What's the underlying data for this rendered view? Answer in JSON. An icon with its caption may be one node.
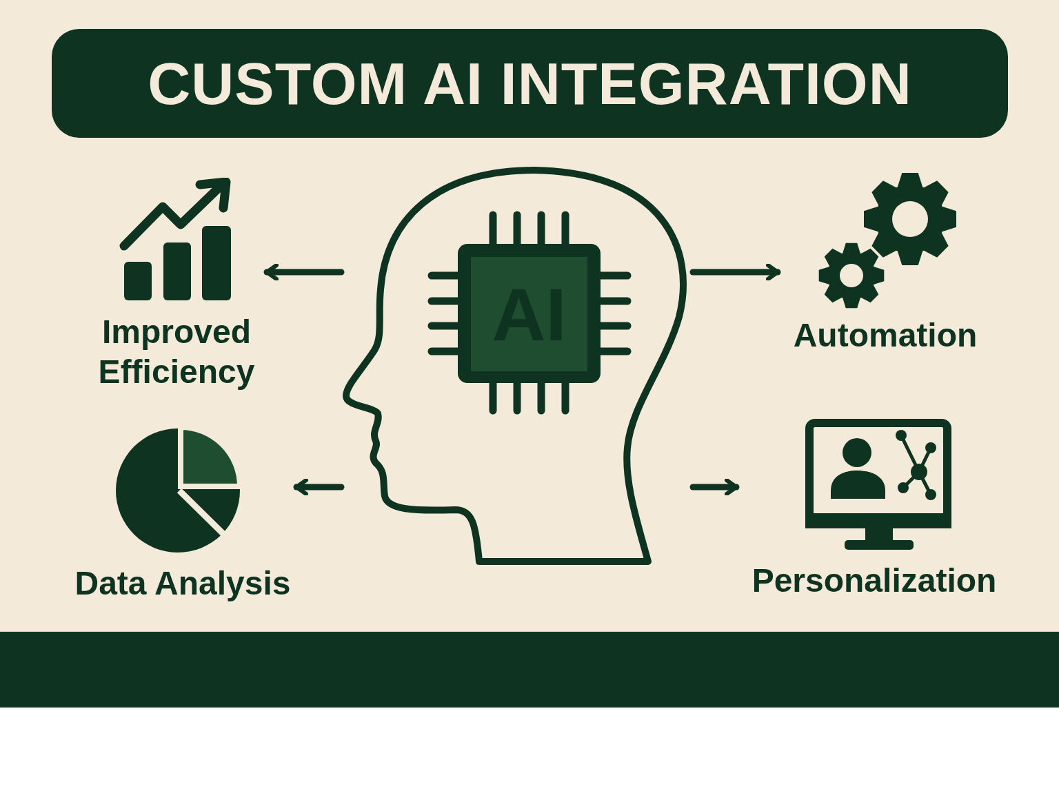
{
  "diagram": {
    "title": "CUSTOM AI INTEGRATION",
    "nodes": [
      {
        "text": [],
        "shape": "person"
      },
      {
        "text": [
          "AI"
        ],
        "in": 0
      },
      {
        "text": [
          "Improved Efficiency"
        ]
      },
      {
        "text": [
          "Automation"
        ]
      },
      {
        "text": [
          "Data Analysis"
        ]
      },
      {
        "text": [
          "Personalization"
        ]
      }
    ],
    "edges": [
      {
        "from": 0,
        "to": 2,
        "arrow": "to"
      },
      {
        "from": 0,
        "to": 3,
        "arrow": "to"
      },
      {
        "from": 0,
        "to": 4,
        "arrow": "to"
      },
      {
        "from": 0,
        "to": 5,
        "arrow": "to"
      }
    ]
  }
}
